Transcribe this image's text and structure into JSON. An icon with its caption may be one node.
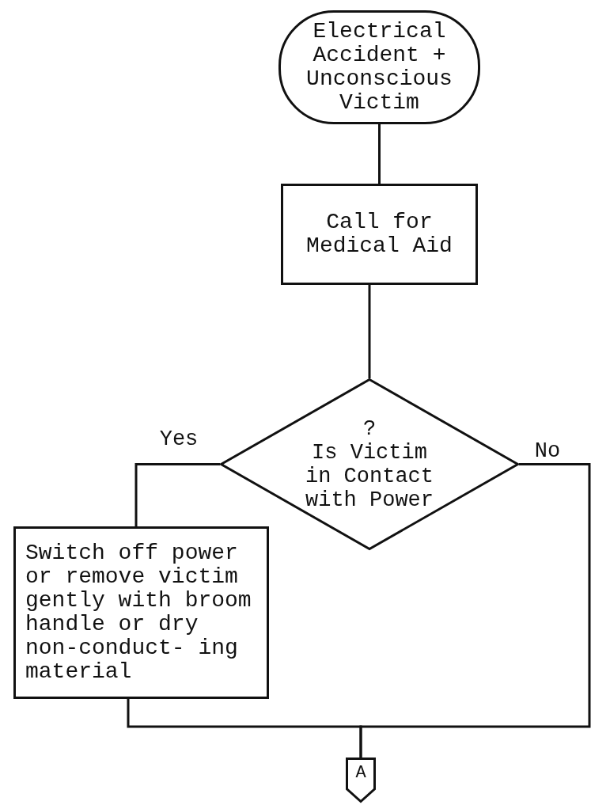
{
  "diagram": {
    "nodes": [
      {
        "text": [
          "Electrical Accident + Unconscious Victim"
        ]
      },
      {
        "text": [
          "Call for Medical Aid"
        ]
      },
      {
        "text": [
          "?",
          "Is Victim in Contact with Power"
        ]
      },
      {
        "text": [
          "Switch off power or remove victim gently with broom handle or dry non-conduct- ing material"
        ]
      },
      {
        "text": [
          "A"
        ]
      }
    ],
    "edges": [
      {
        "from": 0,
        "to": 1,
        "arrow": "none"
      },
      {
        "from": 1,
        "to": 2,
        "arrow": "none"
      },
      {
        "from": 2,
        "to": 3,
        "arrow": "none",
        "label": "Yes"
      },
      {
        "from": 2,
        "to": 4,
        "arrow": "none",
        "label": "No"
      },
      {
        "from": 3,
        "to": 4,
        "arrow": "none"
      }
    ]
  }
}
